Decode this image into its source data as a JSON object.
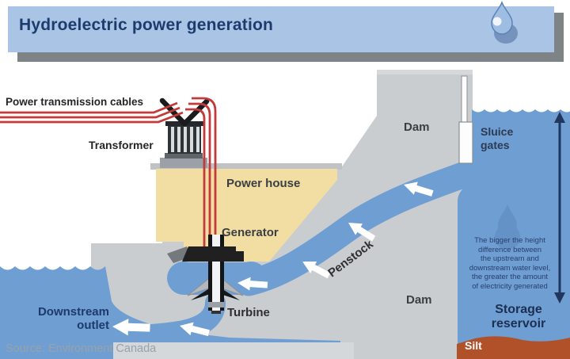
{
  "header": {
    "title": "Hydroelectric power generation"
  },
  "labels": {
    "power_transmission_cables": "Power transmission cables",
    "transformer": "Transformer",
    "power_house": "Power house",
    "generator": "Generator",
    "dam_upper": "Dam",
    "sluice_gates": "Sluice\ngates",
    "penstock": "Penstock",
    "dam_lower": "Dam",
    "turbine": "Turbine",
    "downstream_outlet": "Downstream\noutlet",
    "storage_reservoir": "Storage\nreservoir",
    "silt": "Silt",
    "height_note": "The bigger the height\ndifference between\nthe upstream and\ndownstream water level,\nthe greater the amount\nof electricity generated"
  },
  "source": {
    "text": "Source: Environment Canada"
  },
  "icons": {
    "water_drop": "water-drop-icon",
    "flow_arrows": "white flow arrows",
    "height_range_arrow": "vertical double-headed arrow"
  },
  "colors": {
    "header_bg": "#a9c4e4",
    "header_shadow": "#7e8386",
    "title_text": "#1d3c6e",
    "water": "#6f9ed3",
    "concrete": "#c9cdd0",
    "concrete_roof": "#bfc3c6",
    "powerhouse_tan": "#f2dda2",
    "cable_red": "#c33a3a",
    "silt_brown": "#b0512a",
    "navy_text": "#1d3a6b",
    "dark_text": "#3a3f43",
    "source_text": "#98a2ab",
    "caption_bar": "#d5d8da",
    "metal_dark": "#2e3338",
    "metal_light": "#d9dcdf"
  }
}
